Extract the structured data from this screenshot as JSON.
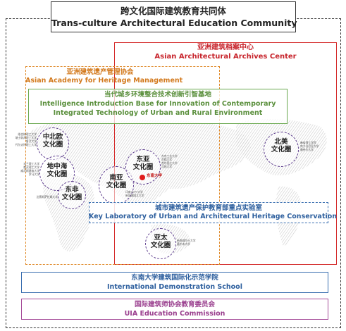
{
  "title": {
    "cn": "跨文化国际建筑教育共同体",
    "en": "Trans-culture Architectural Education Community"
  },
  "archives_center": {
    "cn": "亚洲建筑档案中心",
    "en": "Asian Architectural Archives Center",
    "color": "#c7242c"
  },
  "heritage_academy": {
    "cn": "亚洲建筑遗产管理协会",
    "en": "Asian Academy for Heritage Management",
    "color": "#d37a1e"
  },
  "innovation_base": {
    "cn": "当代城乡环境整合技术创新引智基地",
    "en_line1": "Intelligence Introduction Base for Innovation of Contemporary",
    "en_line2": "Integrated Technology of Urban and Rural Environment",
    "color": "#5a8f3c"
  },
  "key_lab": {
    "cn": "城市建筑遗产保护教育部重点实验室",
    "en": "Key Laboratory of Urban and Architectural Heritage Conservation",
    "color": "#2d5f9e"
  },
  "demo_school": {
    "cn": "东南大学建筑国际化示范学院",
    "en": "International Demonstration School",
    "color": "#2d5f9e"
  },
  "uia_commission": {
    "cn": "国际建筑师协会教育委员会",
    "en": "UIA Education Commission",
    "color": "#9a3f8e"
  },
  "circles": {
    "central_north_europe": {
      "label_line1": "中北欧",
      "label_line2": "文化圈",
      "universities": [
        "维也纳理工大学",
        "瑞士联邦理工大学",
        "鲁汶大学",
        "代尔夫特理工大学"
      ]
    },
    "mediterranean": {
      "label_line1": "地中海",
      "label_line2": "文化圈",
      "universities": [
        "米兰理工大学",
        "都灵理工大学",
        "威尼斯建筑大学",
        "罗马大学"
      ]
    },
    "east_africa": {
      "label_line1": "东非",
      "label_line2": "文化圈",
      "universities": [
        "达累斯萨拉姆大学"
      ]
    },
    "south_asia": {
      "label_line1": "南亚",
      "label_line2": "文化圈",
      "universities": [
        "印度CEPT大学",
        "新加坡国立大学"
      ]
    },
    "east_asia": {
      "label_line1": "东亚",
      "label_line2": "文化圈",
      "universities": [
        "东京工业大学",
        "京都大学",
        "首尔国立大学",
        "汉阳大学"
      ]
    },
    "north_america": {
      "label_line1": "北美",
      "label_line2": "文化圈",
      "universities": [
        "麻省理工学院",
        "宾夕法尼亚大学",
        "康奈尔大学"
      ]
    },
    "asia_pacific": {
      "label_line1": "亚太",
      "label_line2": "文化圈",
      "universities": [
        "新南威尔士大学",
        "墨尔本大学"
      ]
    }
  },
  "home_university": {
    "label": "东南大学",
    "color": "#e01b1b"
  },
  "colors": {
    "frame": "#333333",
    "circle_border": "#5b3a8c",
    "map": "#cfcfcf"
  }
}
